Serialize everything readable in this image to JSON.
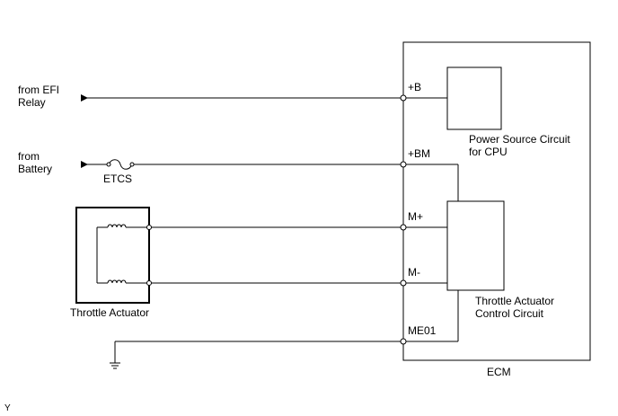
{
  "sources": {
    "efi_line1": "from EFI",
    "efi_line2": "Relay",
    "battery_line1": "from",
    "battery_line2": "Battery",
    "fuse": "ETCS"
  },
  "actuator": {
    "label": "Throttle Actuator"
  },
  "terminals": {
    "b": "+B",
    "bm": "+BM",
    "mplus": "M+",
    "mminus": "M-",
    "me01": "ME01"
  },
  "ecm": {
    "label": "ECM",
    "power_line1": "Power Source Circuit",
    "power_line2": "for CPU",
    "control_line1": "Throttle Actuator",
    "control_line2": "Control Circuit"
  },
  "corner_mark": "Y"
}
